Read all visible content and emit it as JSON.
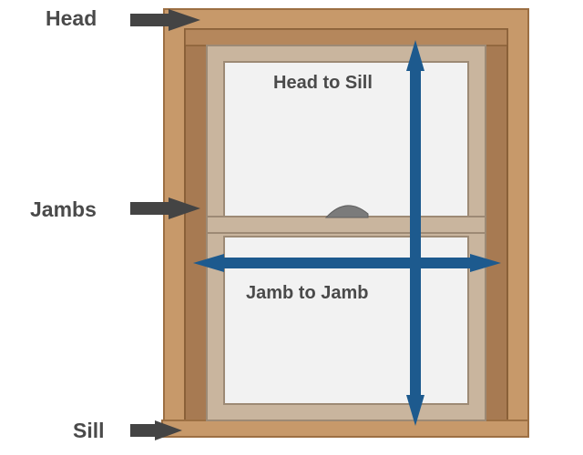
{
  "labels": {
    "head": "Head",
    "jambs": "Jambs",
    "sill": "Sill",
    "head_to_sill": "Head to Sill",
    "jamb_to_jamb": "Jamb to Jamb"
  },
  "colors": {
    "frame_outer": "#c7996a",
    "frame_stroke": "#9c6f43",
    "frame_inner_dark": "#a77a52",
    "sash": "#c9b59e",
    "sash_stroke": "#9d8a75",
    "glass": "#f2f2f2",
    "measure_arrow": "#1d5a8e",
    "pointer_arrow": "#444444",
    "label_text": "#4a4a4a",
    "lock": "#7b7b7b"
  },
  "icons": {
    "pointer": "right-arrow-icon",
    "measure_vertical": "double-arrow-vertical-icon",
    "measure_horizontal": "double-arrow-horizontal-icon",
    "sash_lock": "sash-lock-icon"
  }
}
